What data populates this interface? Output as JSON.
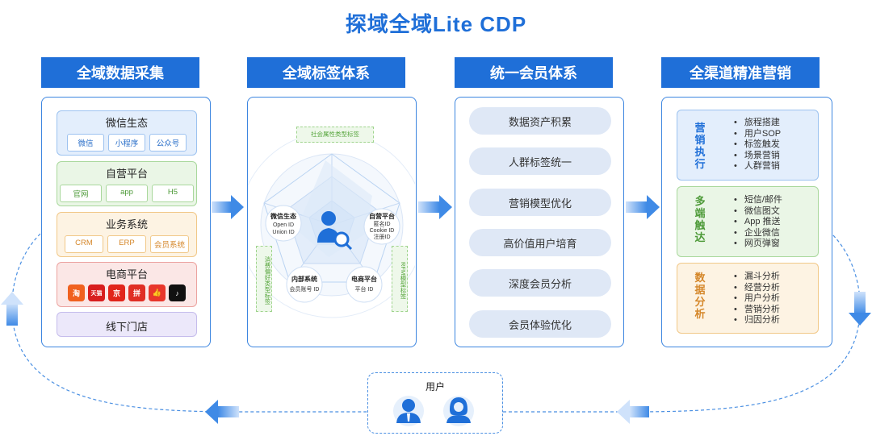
{
  "title": "探域全域Lite CDP",
  "columns": {
    "c1": "全域数据采集",
    "c2": "全域标签体系",
    "c3": "统一会员体系",
    "c4": "全渠道精准营销"
  },
  "collection": {
    "wechat": {
      "title": "微信生态",
      "chips": [
        "微信",
        "小程序",
        "公众号"
      ]
    },
    "self": {
      "title": "自营平台",
      "chips": [
        "官网",
        "app",
        "H5"
      ]
    },
    "biz": {
      "title": "业务系统",
      "chips": [
        "CRM",
        "ERP",
        "会员系统"
      ]
    },
    "ecom": {
      "title": "电商平台",
      "apps": [
        "淘",
        "天猫",
        "京",
        "拼",
        "👍",
        "♪"
      ]
    },
    "offline": {
      "title": "线下门店"
    }
  },
  "tags": {
    "top_label": "社会属性类型标签",
    "left_label": "消费偏好类型标签",
    "right_label": "RFM模型标签",
    "nodes": {
      "wechat": {
        "title": "微信生态",
        "l1": "Open ID",
        "l2": "Union ID"
      },
      "self": {
        "title": "自营平台",
        "l1": "匿名ID",
        "l2": "Cookie ID",
        "l3": "注册ID"
      },
      "internal": {
        "title": "内部系统",
        "l1": "会员账号 ID"
      },
      "ecom": {
        "title": "电商平台",
        "l1": "平台 ID"
      }
    }
  },
  "membership": [
    "数据资产积累",
    "人群标签统一",
    "营销模型优化",
    "高价值用户培育",
    "深度会员分析",
    "会员体验优化"
  ],
  "marketing": {
    "exec": {
      "title": "营销执行",
      "items": [
        "旅程搭建",
        "用户SOP",
        "标签触发",
        "场景营销",
        "人群营销"
      ]
    },
    "reach": {
      "title": "多端触达",
      "items": [
        "短信/邮件",
        "微信图文",
        "App 推送",
        "企业微信",
        "网页弹窗"
      ]
    },
    "analysis": {
      "title": "数据分析",
      "items": [
        "漏斗分析",
        "经营分析",
        "用户分析",
        "营销分析",
        "归因分析"
      ]
    }
  },
  "user": {
    "label": "用户"
  },
  "colors": {
    "primary": "#1f6fd8",
    "green": "#4d9a38",
    "orange": "#d5872a"
  }
}
